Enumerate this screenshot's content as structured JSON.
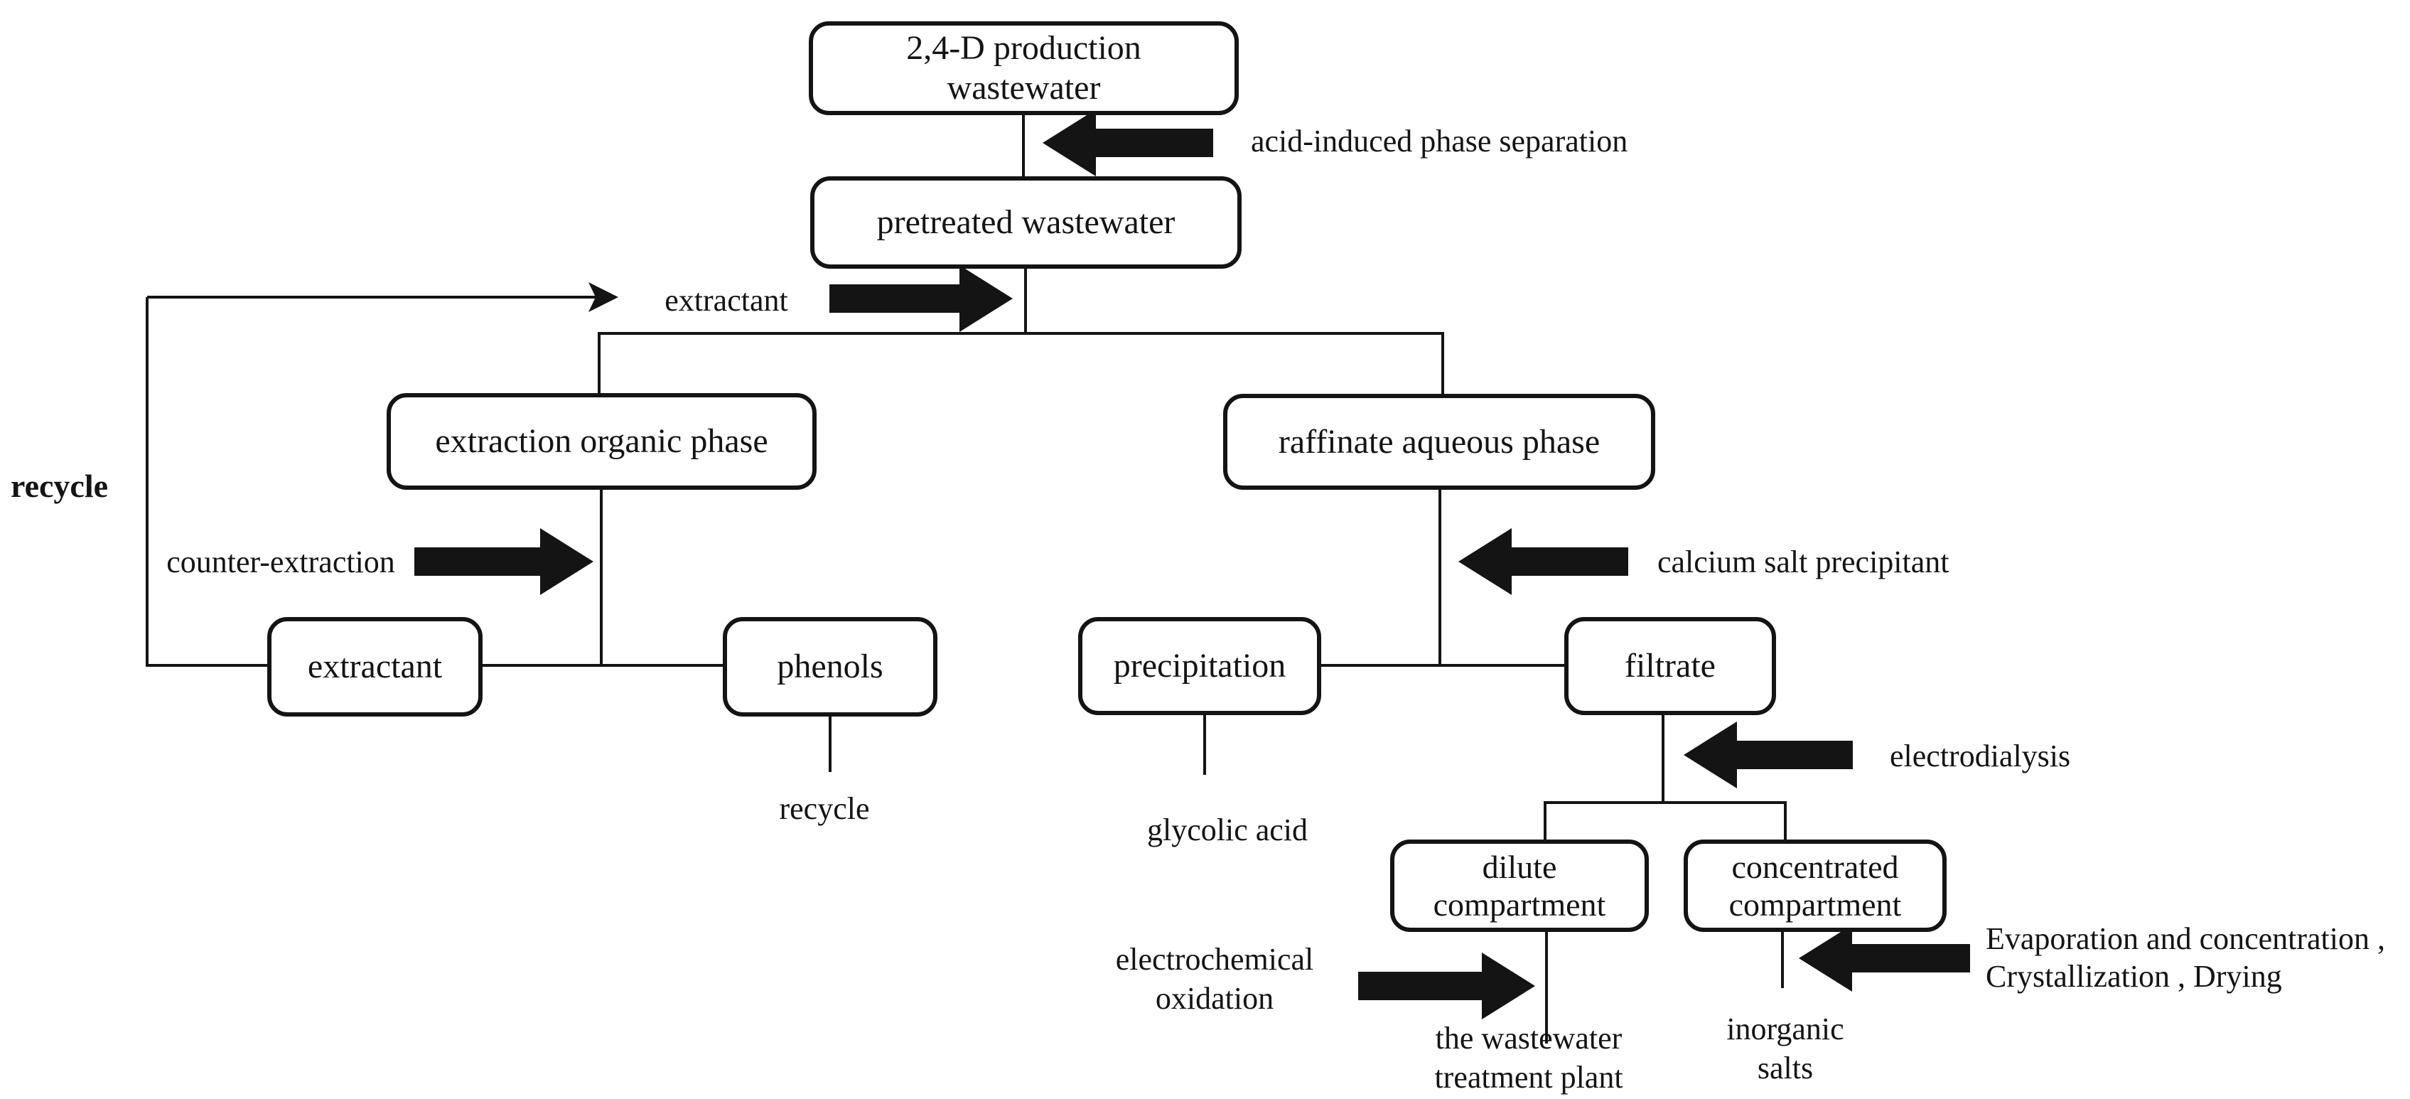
{
  "title": "2,4-D production wastewater treatment process flowchart",
  "colors": {
    "ink": "#141414",
    "background": "#ffffff"
  },
  "nodes": {
    "production": {
      "lines": [
        "2,4-D production",
        "wastewater"
      ]
    },
    "pretreated": {
      "label": "pretreated wastewater"
    },
    "extraction_organic": {
      "label": "extraction organic phase"
    },
    "raffinate": {
      "label": "raffinate aqueous phase"
    },
    "extractant": {
      "label": "extractant"
    },
    "phenols": {
      "label": "phenols"
    },
    "precipitation": {
      "label": "precipitation"
    },
    "filtrate": {
      "label": "filtrate"
    },
    "dilute": {
      "lines": [
        "dilute",
        "compartment"
      ]
    },
    "concentrated": {
      "lines": [
        "concentrated",
        "compartment"
      ]
    }
  },
  "labels": {
    "acid_phase_separation": "acid-induced phase separation",
    "extractant_feed": "extractant",
    "recycle_left": "recycle",
    "counter_extraction": "counter-extraction",
    "calcium_salt": "calcium salt precipitant",
    "electrodialysis": "electrodialysis",
    "recycle_phenols": "recycle",
    "glycolic_acid": "glycolic acid",
    "electrochemical": {
      "lines": [
        "electrochemical",
        "oxidation"
      ]
    },
    "wwtp": {
      "lines": [
        "the wastewater",
        "treatment plant"
      ]
    },
    "inorganic_salts": {
      "lines": [
        "inorganic",
        "salts"
      ]
    },
    "evaporation": {
      "lines": [
        "Evaporation and concentration ,",
        "Crystallization , Drying"
      ]
    }
  },
  "icons": [
    "thick-arrow-left-acid-icon",
    "thick-arrow-right-extractant-icon",
    "thick-arrow-right-counter-extraction-icon",
    "thick-arrow-left-calcium-icon",
    "thick-arrow-left-electrodialysis-icon",
    "thick-arrow-right-electrochemical-icon",
    "thick-arrow-left-evaporation-icon",
    "thin-arrow-right-recycle-icon"
  ]
}
